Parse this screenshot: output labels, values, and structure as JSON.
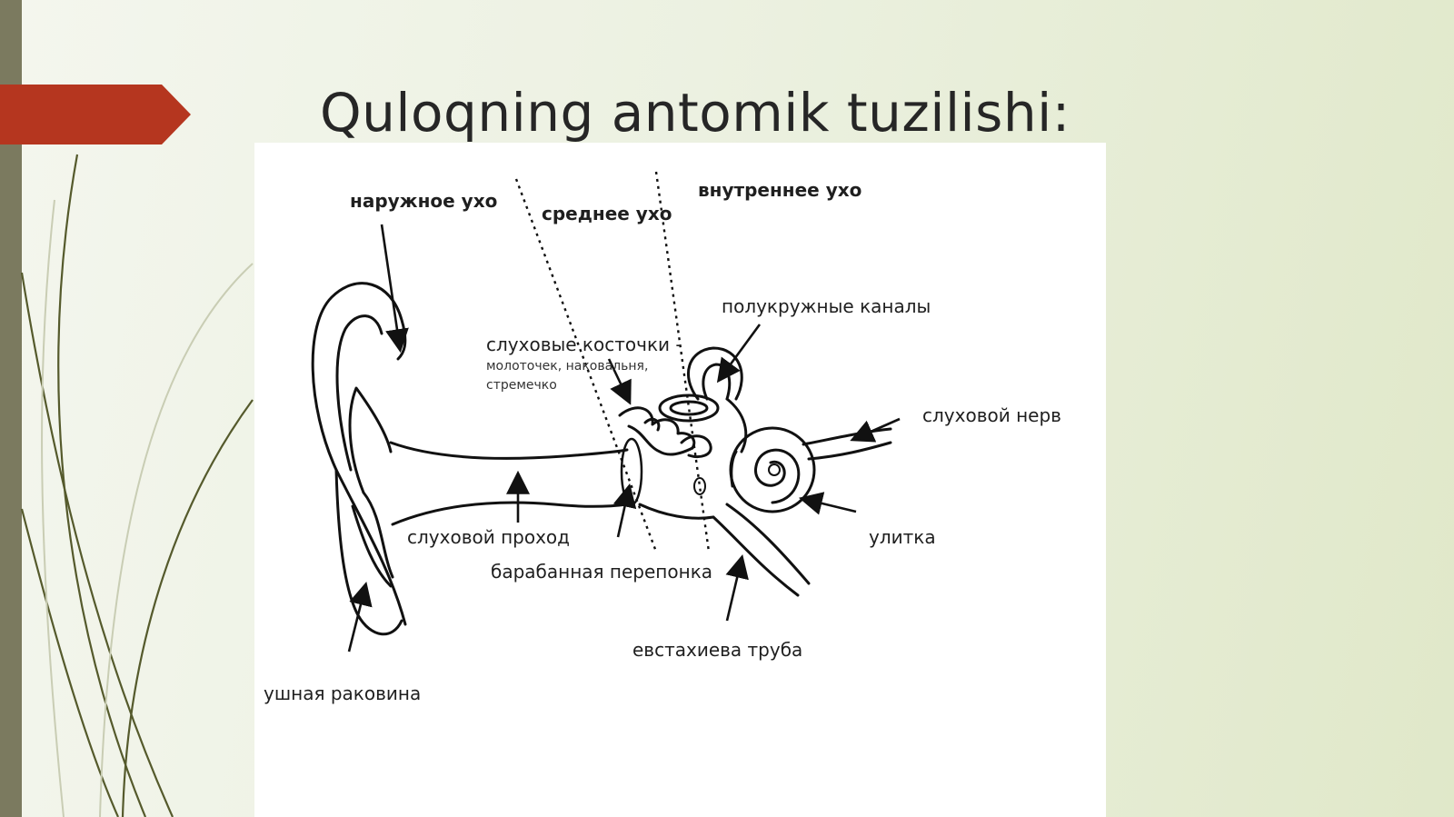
{
  "slide": {
    "title": "Quloqning antomik tuzilishi:",
    "colors": {
      "background": "#eef2e4",
      "accent_arrow": "#b5361f",
      "left_bar": "#7b7a5f",
      "decorative_lines": "#555a2c"
    }
  },
  "diagram": {
    "zones": {
      "outer_ear": "наружное ухо",
      "middle_ear": "среднее ухо",
      "inner_ear": "внутреннее ухо"
    },
    "labels": {
      "semicircular_canals": "полукружные каналы",
      "ossicles_title": "слуховые косточки -",
      "ossicles_names_1": "молоточек, наковальня,",
      "ossicles_names_2": "стремечко",
      "auditory_nerve": "слуховой нерв",
      "ear_canal": "слуховой проход",
      "cochlea": "улитка",
      "eardrum": "барабанная перепонка",
      "eustachian_tube": "евстахиева труба",
      "auricle": "ушная раковина"
    }
  }
}
